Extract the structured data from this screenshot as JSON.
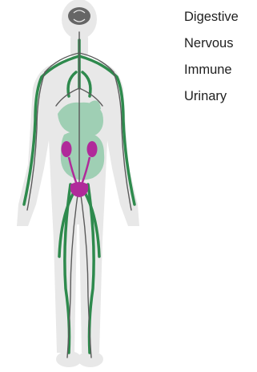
{
  "legend": {
    "items": [
      {
        "label": "Digestive",
        "color": "#9fcfb4"
      },
      {
        "label": "Nervous",
        "color": "#5a5a5a"
      },
      {
        "label": "Immune",
        "color": "#2e8a4d"
      },
      {
        "label": "Urinary",
        "color": "#b02a9a"
      }
    ]
  },
  "colors": {
    "body_silhouette": "#e8e8e8",
    "brain": "#666666"
  }
}
